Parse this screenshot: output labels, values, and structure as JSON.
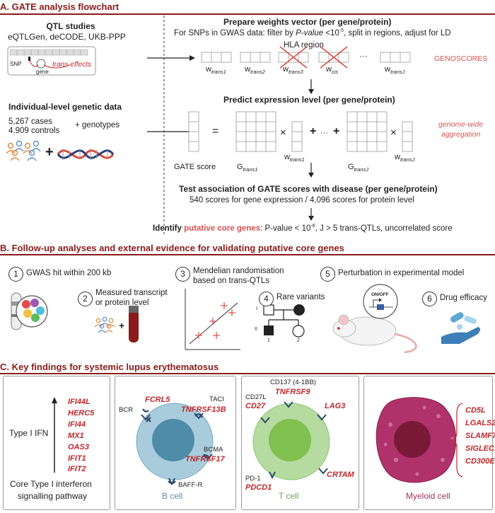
{
  "sectionA": {
    "title": "A. GATE analysis flowchart",
    "qtl_title": "QTL studies",
    "qtl_sources": "eQTLGen, deCODE, UKB-PPP",
    "snp_label": "SNP",
    "gene_label": "gene",
    "trans_effects": "trans-effects",
    "prepare_title": "Prepare weights vector (per gene/protein)",
    "prepare_line1": "For SNPs in GWAS data: filter by",
    "prepare_pvalue": "P-value",
    "prepare_line1b": " <10",
    "prepare_exp": "-5",
    "prepare_line1c": ", split in regions, adjust for LD",
    "hla_region": "HLA region",
    "genoscores": "GENOSCORES",
    "ellipsis": "···",
    "weights": [
      {
        "base": "w",
        "sub": "trans1"
      },
      {
        "base": "w",
        "sub": "trans2"
      },
      {
        "base": "w",
        "sub": "trans3"
      },
      {
        "base": "w",
        "sub": "cis"
      },
      {
        "base": "w",
        "sub": "transJ"
      }
    ],
    "individual_title": "Individual-level genetic data",
    "cases": "5,267 cases",
    "controls": "4,909 controls",
    "plus_genotypes": "+  genotypes",
    "plus": "+",
    "predict_title": "Predict expression level (per gene/protein)",
    "gate_score": "GATE score",
    "g_trans1": {
      "base": "G",
      "sub": "trans1"
    },
    "g_transJ": {
      "base": "G",
      "sub": "transJ"
    },
    "w_trans1": {
      "base": "w",
      "sub": "trans1"
    },
    "w_transJ": {
      "base": "w",
      "sub": "transJ"
    },
    "genome_wide": "genome-wide",
    "aggregation": "aggregation",
    "equals": "=",
    "times": "×",
    "test_title": "Test association of GATE scores with disease (per gene/protein)",
    "test_line": "540 scores for gene expression / 4,096 scores for protein level",
    "identify_pre": "Identify ",
    "identify_red": "putative core genes",
    "identify_post": ": P-value < 10",
    "identify_exp": "-6",
    "identify_end": ", J > 5 trans-QTLs, uncorrelated score"
  },
  "sectionB": {
    "title": "B. Follow-up analyses and external evidence for validating putative core genes",
    "items": [
      {
        "num": "1",
        "text": "GWAS hit within 200 kb"
      },
      {
        "num": "2",
        "text": "Measured transcript",
        "text2": "or protein level"
      },
      {
        "num": "3",
        "text": "Mendelian randomisation",
        "text2": "based on trans-QTLs"
      },
      {
        "num": "4",
        "text": "Rare variants"
      },
      {
        "num": "5",
        "text": "Perturbation in experimental model"
      },
      {
        "num": "6",
        "text": "Drug efficacy"
      }
    ],
    "on_off": "ON/OFF",
    "gen_I": "I",
    "gen_II": "II",
    "ped1": "1",
    "ped2": "2"
  },
  "sectionC": {
    "title": "C. Key findings for systemic lupus erythematosus",
    "ifn_genes": [
      "IFI44L",
      "HERC5",
      "IFI44",
      "MX1",
      "OAS3",
      "IFIT1",
      "IFIT2"
    ],
    "type1_ifn": "Type I IFN",
    "pathway1": "Core Type I interferon",
    "pathway2": "signalling pathway",
    "bcell": {
      "label": "B cell",
      "FCRL5": "FCRL5",
      "BCR": "BCR",
      "TACI": "TACI",
      "TNFRSF13B": "TNFRSF13B",
      "BCMA": "BCMA",
      "TNFRSF17": "TNFRSF17",
      "BAFFR": "BAFF-R"
    },
    "tcell": {
      "label": "T cell",
      "CD137": "CD137 (4-1BB)",
      "TNFRSF9": "TNFRSF9",
      "CD27L": "CD27L",
      "CD27": "CD27",
      "LAG3": "LAG3",
      "CRTAM": "CRTAM",
      "PD1": "PD-1",
      "PDCD1": "PDCD1"
    },
    "myeloid": {
      "label": "Myeloid cell",
      "genes": [
        "CD5L",
        "LGALS2",
        "SLAMF7",
        "SIGLEC1",
        "CD300E"
      ]
    }
  },
  "colors": {
    "section_title": "#8b1a1a",
    "accent_red": "#c0282b",
    "light_red": "#d9534f",
    "bcell": "#8ab6c9",
    "tcell": "#9acb78",
    "myeloid": "#b0326b"
  }
}
